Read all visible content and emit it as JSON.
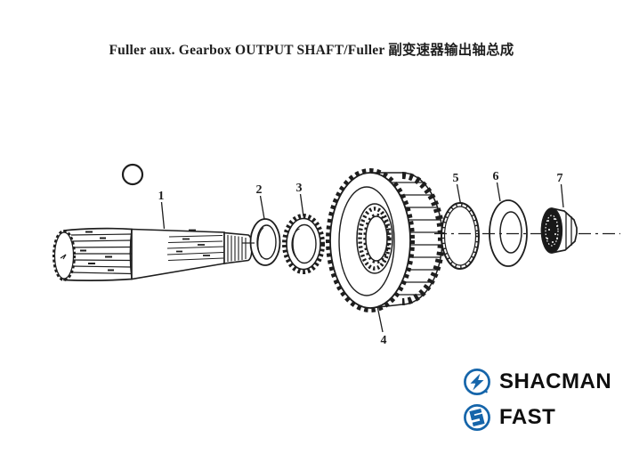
{
  "title": "Fuller aux. Gearbox OUTPUT SHAFT/Fuller 副变速器输出轴总成",
  "diagram": {
    "labels": [
      {
        "text": "1"
      },
      {
        "text": "2"
      },
      {
        "text": "3"
      },
      {
        "text": "4"
      },
      {
        "text": "5"
      },
      {
        "text": "6"
      },
      {
        "text": "7"
      }
    ]
  },
  "branding": {
    "shacman": {
      "label": "SHACMAN"
    },
    "fast": {
      "label": "FAST"
    }
  },
  "colors": {
    "background": "#ffffff",
    "ink": "#1e1e1e",
    "brand_blue": "#1565aa",
    "brand_text": "#0f0f0f"
  }
}
